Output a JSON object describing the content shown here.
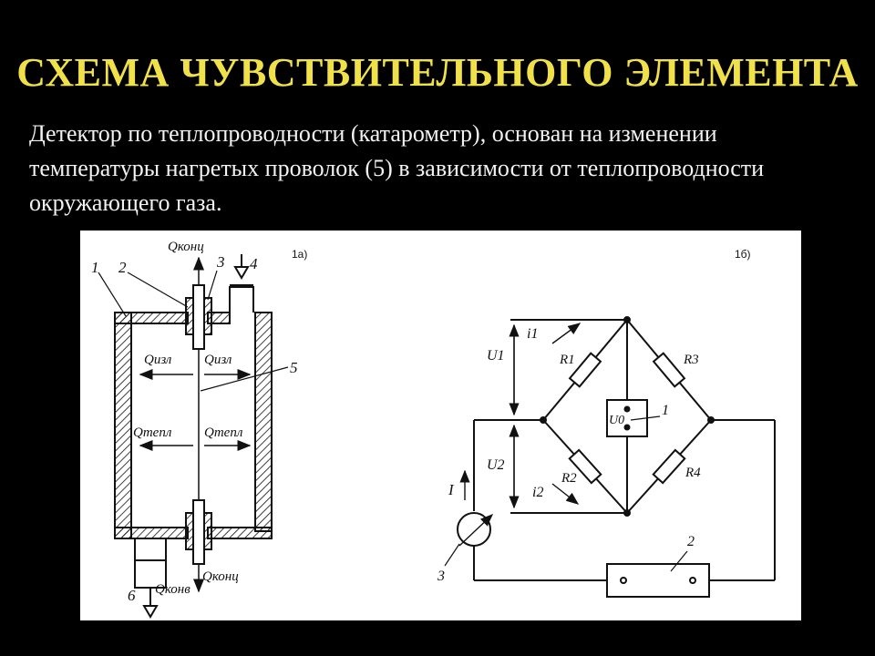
{
  "slide": {
    "title": "СХЕМА ЧУВСТВИТЕЛЬНОГО ЭЛЕМЕНТА",
    "description": "Детектор по теплопроводности (катарометр), основан на изменении температуры нагретых проволок (5) в зависимости от теплопроводности окружающего газа."
  },
  "figure_a": {
    "tag": "1а)",
    "num_1": "1",
    "num_2": "2",
    "num_3": "3",
    "num_4": "4",
    "num_5": "5",
    "num_6": "6",
    "q_conc_top": "Qконц",
    "q_izl_left": "Qизл",
    "q_izl_right": "Qизл",
    "q_tepl_left": "Qтепл",
    "q_tepl_right": "Qтепл",
    "q_conc_bottom": "Qконц",
    "q_konv": "Qконв"
  },
  "figure_b": {
    "tag": "1б)",
    "i1": "i1",
    "i2": "i2",
    "u1": "U1",
    "u2": "U2",
    "u0": "U0",
    "r1": "R1",
    "r2": "R2",
    "r3": "R3",
    "r4": "R4",
    "current": "I",
    "num_1": "1",
    "num_2": "2",
    "num_3": "3"
  }
}
